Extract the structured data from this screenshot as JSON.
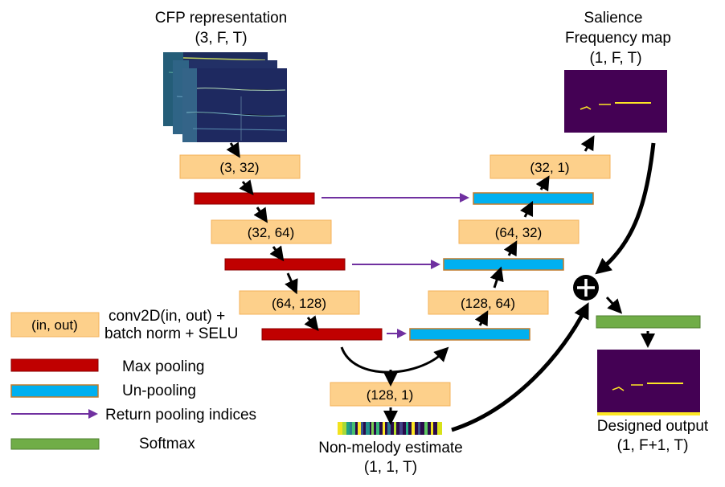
{
  "colors": {
    "conv": "#fdd08b",
    "max_pooling": "#c00000",
    "un_pooling": "#00b0f0",
    "return_indices": "#7030a0",
    "softmax": "#70ad47",
    "heatmap_bg": "#440154",
    "heatmap_line": "#fde725"
  },
  "input": {
    "title": "CFP representation",
    "shape": "(3, F, T)"
  },
  "salience": {
    "line1": "Salience",
    "line2": "Frequency map",
    "shape": "(1, F, T)"
  },
  "encoder": [
    {
      "conv": "(3, 32)"
    },
    {
      "conv": "(32, 64)"
    },
    {
      "conv": "(64, 128)"
    }
  ],
  "bottleneck": {
    "conv": "(128, 1)"
  },
  "decoder": [
    {
      "conv": "(128, 64)"
    },
    {
      "conv": "(64, 32)"
    },
    {
      "conv": "(32, 1)"
    }
  ],
  "non_melody": {
    "title": "Non-melody estimate",
    "shape": "(1, 1, T)"
  },
  "output": {
    "title": "Designed output",
    "shape": "(1, F+1, T)"
  },
  "combine_symbol": "⊕",
  "legend": {
    "conv_sample": "(in, out)",
    "conv_line1": "conv2D(in, out) +",
    "conv_line2": "batch norm + SELU",
    "max_pooling": "Max pooling",
    "un_pooling": "Un-pooling",
    "return_indices": "Return pooling indices",
    "softmax": "Softmax"
  }
}
